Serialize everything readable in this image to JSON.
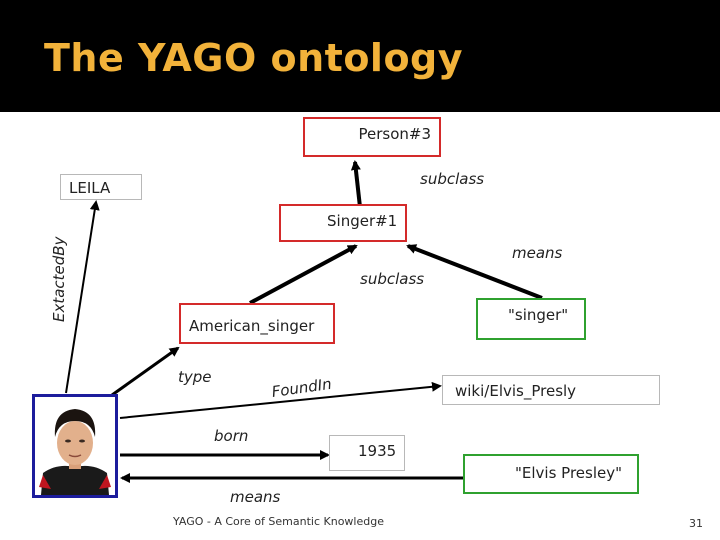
{
  "slide": {
    "title": "The YAGO ontology",
    "footer": "YAGO - A Core of Semantic Knowledge",
    "page_number": "31"
  },
  "nodes": {
    "person": "Person#3",
    "leila": "LEILA",
    "singer": "Singer#1",
    "american_singer": "American_singer",
    "singer_word": "\"singer\"",
    "wiki_elvis": "wiki/Elvis_Presly",
    "year": "1935",
    "elvis_word": "\"Elvis Presley\""
  },
  "edges": {
    "subclass_top": "subclass",
    "subclass_mid": "subclass",
    "means_singer": "means",
    "extracted_by": "ExtactedBy",
    "type": "type",
    "found_in": "FoundIn",
    "born": "born",
    "means_elvis": "means"
  },
  "colors": {
    "title": "#f2b23a",
    "class_border": "#d42a2a",
    "word_border": "#2fa12f",
    "entity_border": "#1c1c9c"
  },
  "icons": {
    "entity_image": "elvis-portrait-icon"
  }
}
